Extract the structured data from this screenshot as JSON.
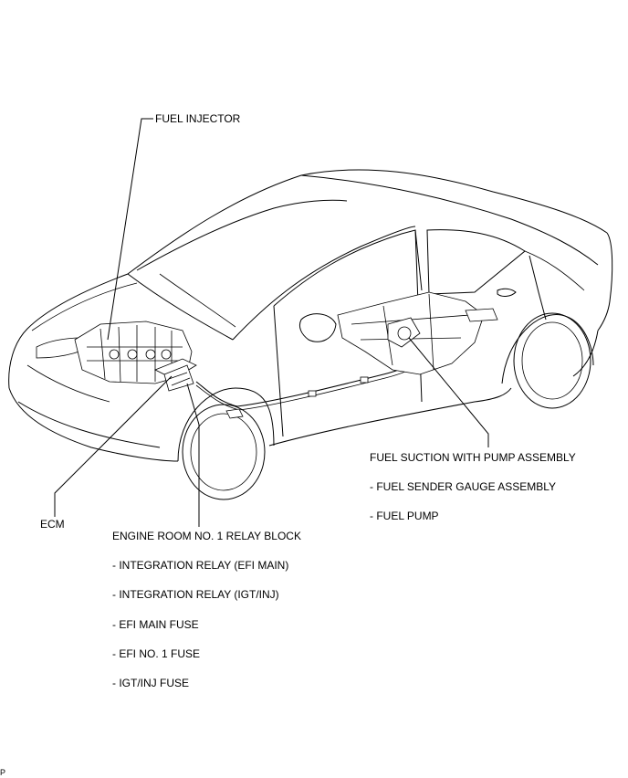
{
  "callouts": {
    "fuel_injector": "FUEL INJECTOR",
    "ecm": "ECM",
    "relay_block": {
      "title": "ENGINE ROOM NO. 1 RELAY BLOCK",
      "items": [
        "- INTEGRATION RELAY (EFI MAIN)",
        "- INTEGRATION RELAY (IGT/INJ)",
        "- EFI MAIN FUSE",
        "- EFI NO. 1 FUSE",
        "- IGT/INJ FUSE"
      ]
    },
    "fuel_pump": {
      "title": "FUEL SUCTION WITH PUMP ASSEMBLY",
      "items": [
        "- FUEL SENDER GAUGE ASSEMBLY",
        "- FUEL PUMP"
      ]
    }
  },
  "footer_mark": "P"
}
